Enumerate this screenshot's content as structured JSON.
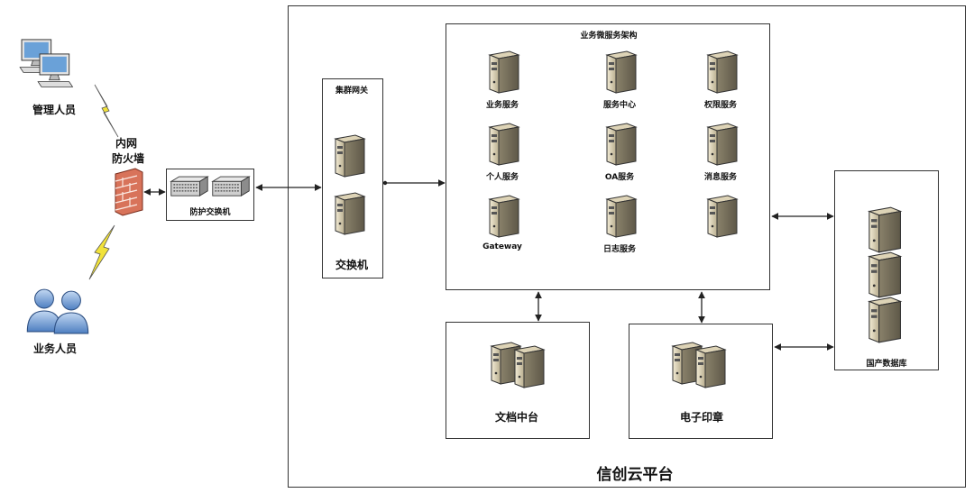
{
  "left": {
    "ops_staff": "管理人员",
    "firewall_line1": "内网",
    "firewall_line2": "防火墙",
    "gateway": "防护交换机",
    "biz_staff": "业务人员"
  },
  "platform": {
    "title": "信创云平台",
    "gateway_cluster": {
      "title": "集群网关",
      "bottom": "交换机"
    },
    "microservices": {
      "title": "业务微服务架构",
      "servers": [
        "业务服务",
        "服务中心",
        "权限服务",
        "个人服务",
        "OA服务",
        "消息服务",
        "Gateway",
        "日志服务",
        ""
      ]
    },
    "doc_center": "文档中台",
    "seal": "电子印章",
    "database": "国产数据库"
  },
  "icons": {
    "computer": "desktop-computer-icon",
    "users": "users-icon",
    "firewall": "firewall-icon",
    "switch": "network-switch-icon",
    "server": "server-tower-icon",
    "lightning": "lightning-link-icon"
  }
}
